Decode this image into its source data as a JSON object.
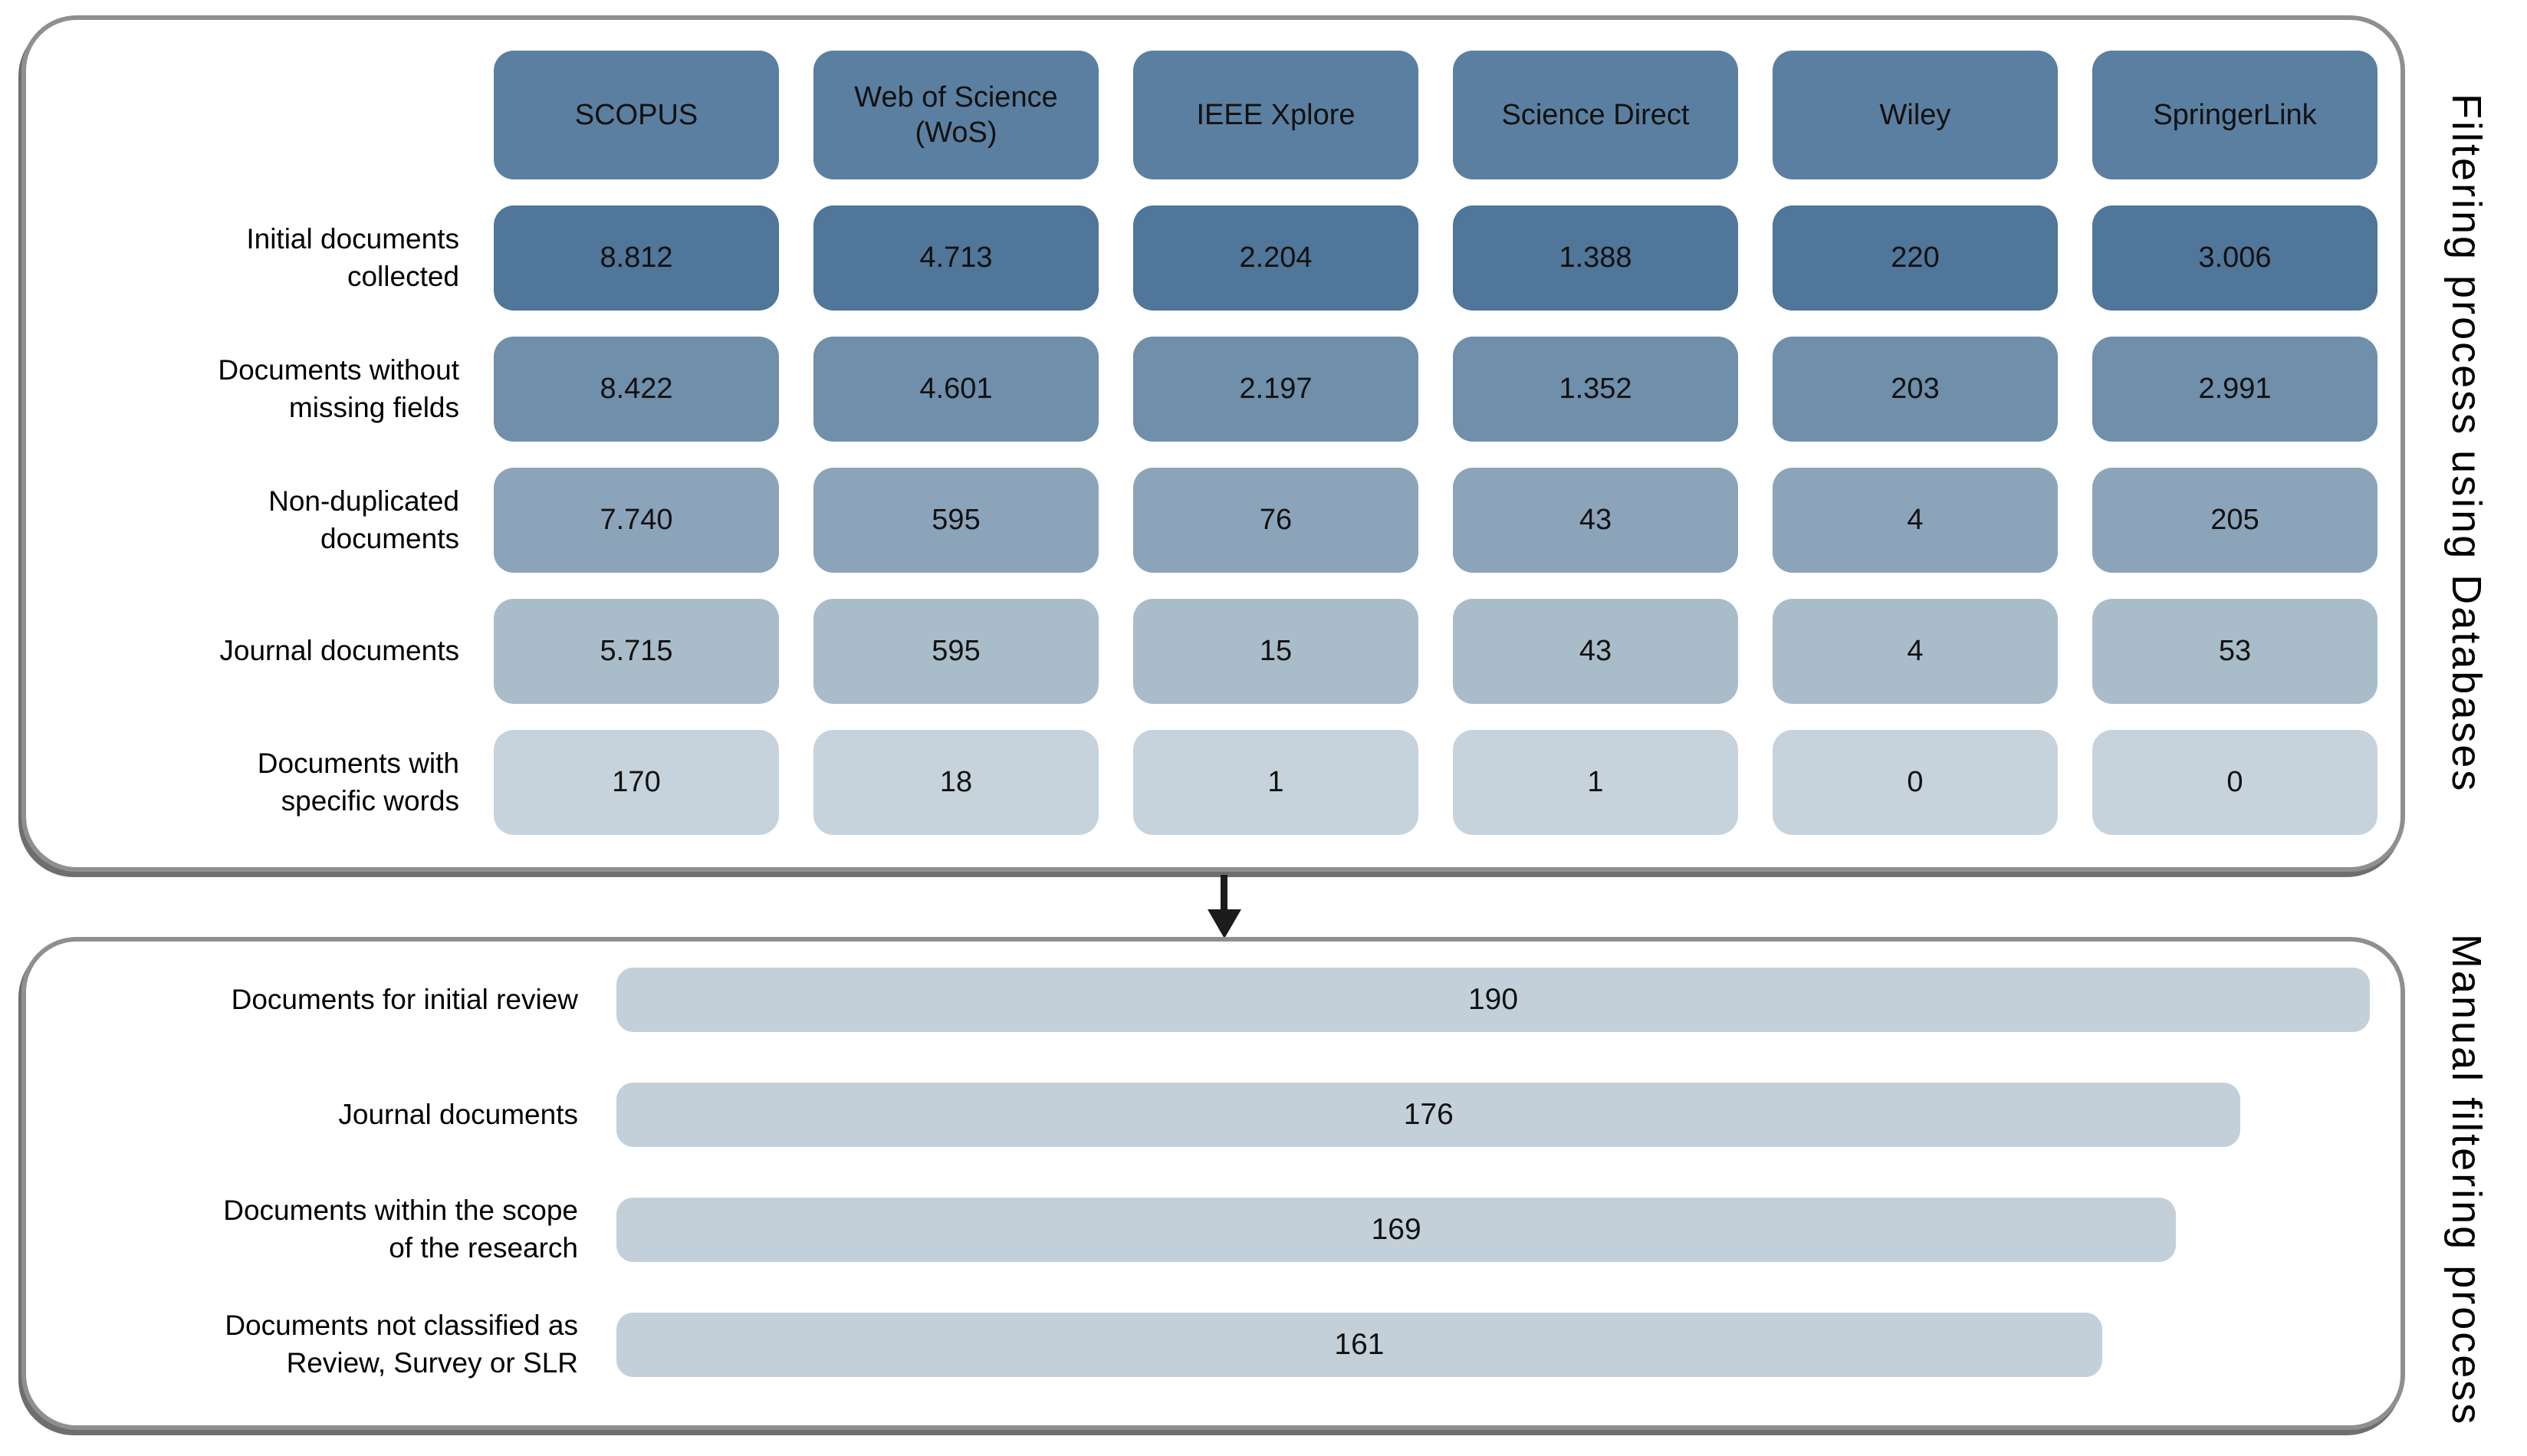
{
  "colors": {
    "header_box": "#5b7fa0",
    "row_boxes": [
      "#507699",
      "#6f8fab",
      "#8ca4ba",
      "#a9bcca",
      "#c6d3dd"
    ],
    "manual_bar": "#c3d0da",
    "panel_border": "#8f8f8f",
    "arrow": "#1c1c1c"
  },
  "panel_db": {
    "side_title": "Filtering process using Databases",
    "columns": [
      "SCOPUS",
      "Web of Science (WoS)",
      "IEEE Xplore",
      "Science Direct",
      "Wiley",
      "SpringerLink"
    ],
    "rows": [
      {
        "label_lines": [
          "Initial documents",
          "collected"
        ],
        "values": [
          "8.812",
          "4.713",
          "2.204",
          "1.388",
          "220",
          "3.006"
        ]
      },
      {
        "label_lines": [
          "Documents without",
          "missing fields"
        ],
        "values": [
          "8.422",
          "4.601",
          "2.197",
          "1.352",
          "203",
          "2.991"
        ]
      },
      {
        "label_lines": [
          "Non-duplicated",
          "documents"
        ],
        "values": [
          "7.740",
          "595",
          "76",
          "43",
          "4",
          "205"
        ]
      },
      {
        "label_lines": [
          "Journal documents"
        ],
        "values": [
          "5.715",
          "595",
          "15",
          "43",
          "4",
          "53"
        ]
      },
      {
        "label_lines": [
          "Documents with",
          "specific words"
        ],
        "values": [
          "170",
          "18",
          "1",
          "1",
          "0",
          "0"
        ]
      }
    ]
  },
  "panel_manual": {
    "side_title": "Manual filtering process",
    "max_value": 190,
    "bars": [
      {
        "label_lines": [
          "Documents for initial review"
        ],
        "display": "190",
        "value": 190
      },
      {
        "label_lines": [
          "Journal documents"
        ],
        "display": "176",
        "value": 176
      },
      {
        "label_lines": [
          "Documents within the scope",
          "of the research"
        ],
        "display": "169",
        "value": 169
      },
      {
        "label_lines": [
          "Documents not classified as",
          "Review, Survey or SLR"
        ],
        "display": "161",
        "value": 161
      }
    ]
  },
  "chart_data": [
    {
      "type": "table",
      "title": "Filtering process using Databases",
      "columns": [
        "SCOPUS",
        "Web of Science (WoS)",
        "IEEE Xplore",
        "Science Direct",
        "Wiley",
        "SpringerLink"
      ],
      "row_labels": [
        "Initial documents collected",
        "Documents without missing fields",
        "Non-duplicated documents",
        "Journal documents",
        "Documents with specific words"
      ],
      "values": [
        [
          8812,
          4713,
          2204,
          1388,
          220,
          3006
        ],
        [
          8422,
          4601,
          2197,
          1352,
          203,
          2991
        ],
        [
          7740,
          595,
          76,
          43,
          4,
          205
        ],
        [
          5715,
          595,
          15,
          43,
          4,
          53
        ],
        [
          170,
          18,
          1,
          1,
          0,
          0
        ]
      ],
      "note": "numbers printed with dot as thousands separator"
    },
    {
      "type": "bar",
      "title": "Manual filtering process",
      "orientation": "horizontal",
      "categories": [
        "Documents for initial review",
        "Journal documents",
        "Documents within the scope of the research",
        "Documents not classified as Review, Survey or SLR"
      ],
      "values": [
        190,
        176,
        169,
        161
      ],
      "xlim": [
        0,
        190
      ]
    }
  ]
}
